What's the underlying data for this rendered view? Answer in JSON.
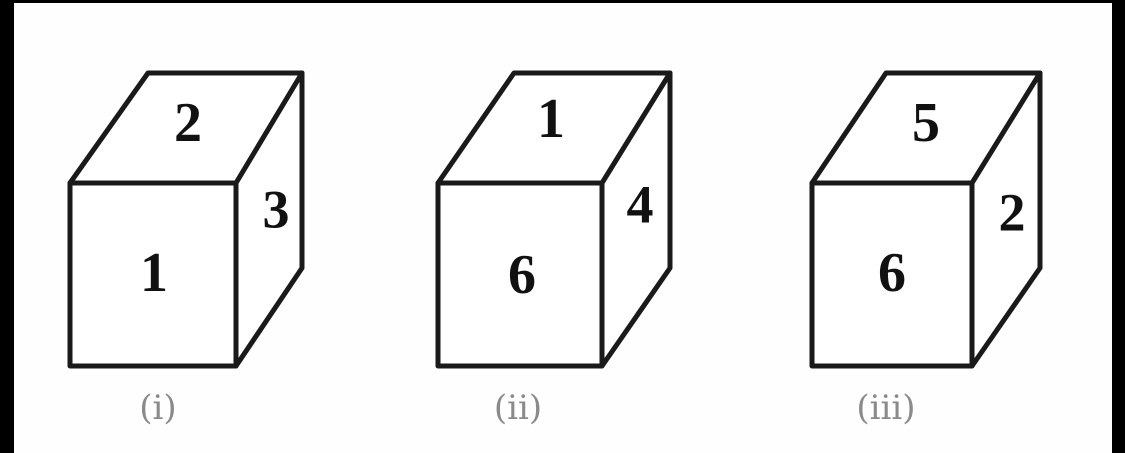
{
  "cubes": [
    {
      "front": "1",
      "top": "2",
      "side": "3",
      "caption": "(i)"
    },
    {
      "front": "6",
      "top": "1",
      "side": "4",
      "caption": "(ii)"
    },
    {
      "front": "6",
      "top": "5",
      "side": "2",
      "caption": "(iii)"
    }
  ],
  "colors": {
    "background": "#000000",
    "panel": "#fefefe",
    "stroke": "#1a1a1a",
    "caption": "#8a8a8a"
  }
}
